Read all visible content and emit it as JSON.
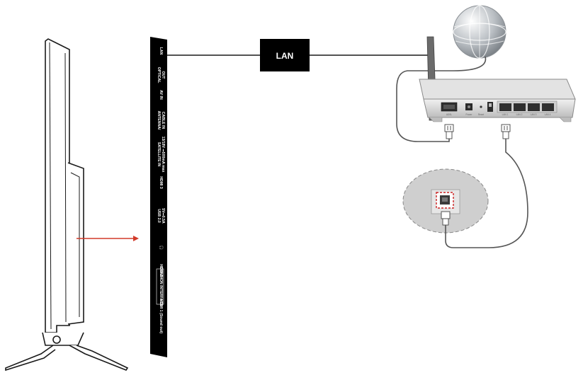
{
  "lan_box": {
    "label": "LAN"
  },
  "port_panel": {
    "ports": [
      {
        "id": "lan",
        "lines": [
          "LAN"
        ]
      },
      {
        "id": "optical",
        "lines": [
          "OPTICAL",
          "OUT"
        ]
      },
      {
        "id": "av",
        "lines": [
          "AV IN"
        ]
      },
      {
        "id": "antenna",
        "lines": [
          "ANTENNA/",
          "CABLE IN"
        ]
      },
      {
        "id": "satellite",
        "lines": [
          "SATELLITE IN",
          "13/18V ⎓500mA max"
        ]
      },
      {
        "id": "hdmi3",
        "lines": [
          "HDMI 3"
        ]
      },
      {
        "id": "usb",
        "lines": [
          "USB 2.0",
          "5V⎓0.5A"
        ]
      },
      {
        "id": "headphone",
        "lines": [
          "🎧"
        ]
      },
      {
        "id": "hdmi2",
        "lines": [
          "HDMI 2"
        ]
      },
      {
        "id": "common",
        "lines": [
          "COMMON INTERFACE"
        ]
      },
      {
        "id": "hdmi1",
        "lines": [
          "HDMI 1 (Sound out)"
        ]
      }
    ]
  },
  "router": {
    "port_labels": [
      "ADSL",
      "Power",
      "Reset",
      "LAN 1",
      "LAN 2",
      "LAN 3",
      "LAN 4"
    ]
  },
  "colors": {
    "panel": "#000000",
    "arrow": "#d23a2a",
    "globe": "#9aa0a6",
    "bubble": "#cfcfcf"
  }
}
